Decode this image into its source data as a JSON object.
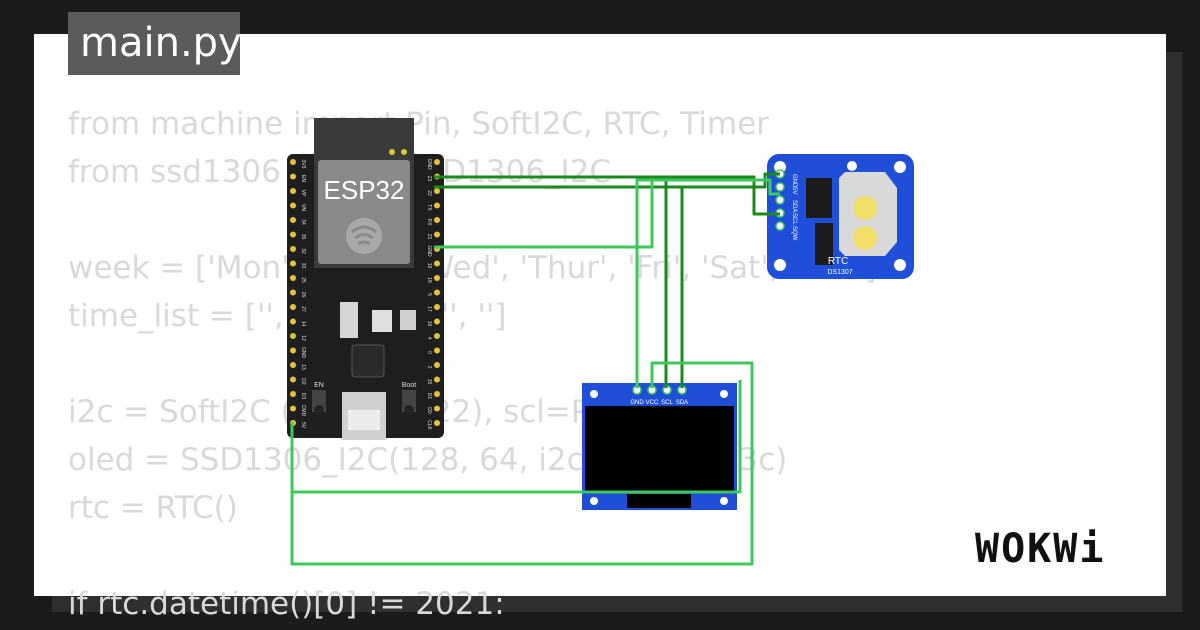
{
  "file_tab": {
    "label": "main.py"
  },
  "code_lines": [
    "from machine import Pin, SoftI2C, RTC, Timer",
    "from ssd1306 import SSD1306_I2C",
    "",
    "week = ['Mon', 'Tues', 'Wed', 'Thur', 'Fri', 'Sat', 'Sun']",
    "time_list = ['', '', '', '', '', '', '']",
    "",
    "i2c = SoftI2C (sda=Pin(22), scl=Pin(21))",
    "oled = SSD1306_I2C(128, 64, i2c, addr=0x3c)",
    "rtc = RTC()",
    "",
    "if rtc.datetime()[0] != 2021:"
  ],
  "esp32": {
    "label": "ESP32",
    "left_pins": [
      "3V3",
      "EN",
      "VP",
      "VN",
      "34",
      "35",
      "32",
      "33",
      "25",
      "26",
      "27",
      "14",
      "12",
      "GND",
      "13",
      "D2",
      "D3",
      "CMD",
      "5V"
    ],
    "right_pins": [
      "GND",
      "23",
      "22",
      "TX",
      "RX",
      "21",
      "GND",
      "19",
      "18",
      "5",
      "17",
      "16",
      "4",
      "0",
      "2",
      "15",
      "D1",
      "D0",
      "CLK"
    ],
    "en_label": "EN",
    "boot_label": "Boot"
  },
  "oled": {
    "pins": [
      "GND",
      "VCC",
      "SCL",
      "SDA"
    ]
  },
  "rtc_module": {
    "pins": [
      "GND",
      "5V",
      "SDA",
      "SCL",
      "SQW"
    ],
    "title": "RTC",
    "chip": "DS1307"
  },
  "brand": {
    "logo": "WOKWi"
  },
  "colors": {
    "wire": "#3cc95a",
    "wire_dark": "#1a8a1a",
    "board": "#1e1e1e",
    "module_blue": "#1f4fd8"
  }
}
